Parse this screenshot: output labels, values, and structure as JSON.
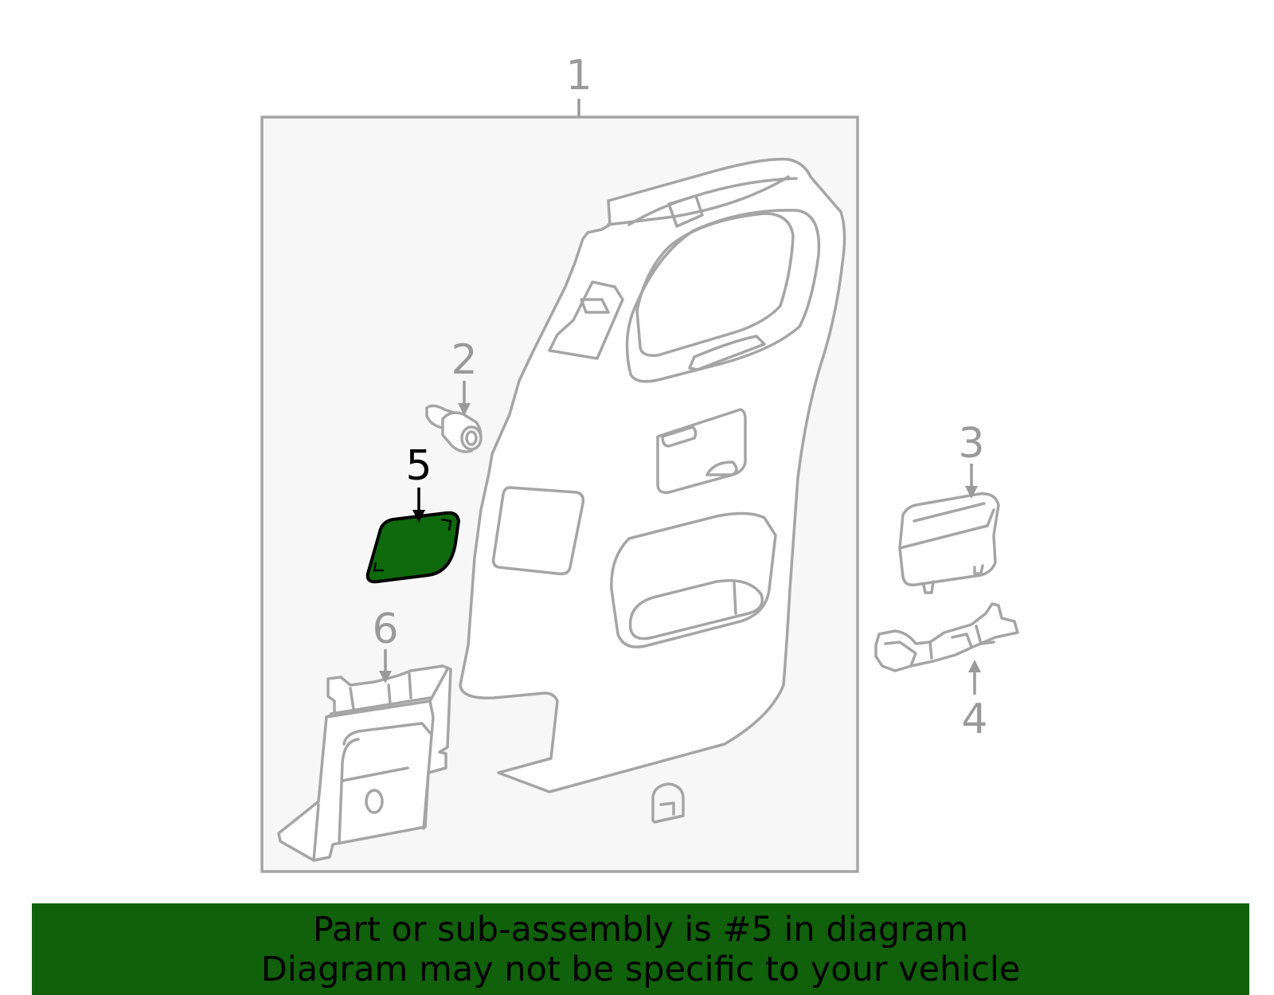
{
  "diagram": {
    "callouts": [
      {
        "id": "1",
        "label": "1",
        "highlighted": false
      },
      {
        "id": "2",
        "label": "2",
        "highlighted": false
      },
      {
        "id": "3",
        "label": "3",
        "highlighted": false
      },
      {
        "id": "4",
        "label": "4",
        "highlighted": false
      },
      {
        "id": "5",
        "label": "5",
        "highlighted": true
      },
      {
        "id": "6",
        "label": "6",
        "highlighted": false
      }
    ],
    "highlight_color": "#0e6a0c",
    "frame_fill": "#f7f7f7",
    "line_color": "#a5a5a5"
  },
  "banner": {
    "line1": "Part or sub-assembly is #5 in diagram",
    "line2": "Diagram may not be specific to your vehicle",
    "background": "#11600b"
  }
}
